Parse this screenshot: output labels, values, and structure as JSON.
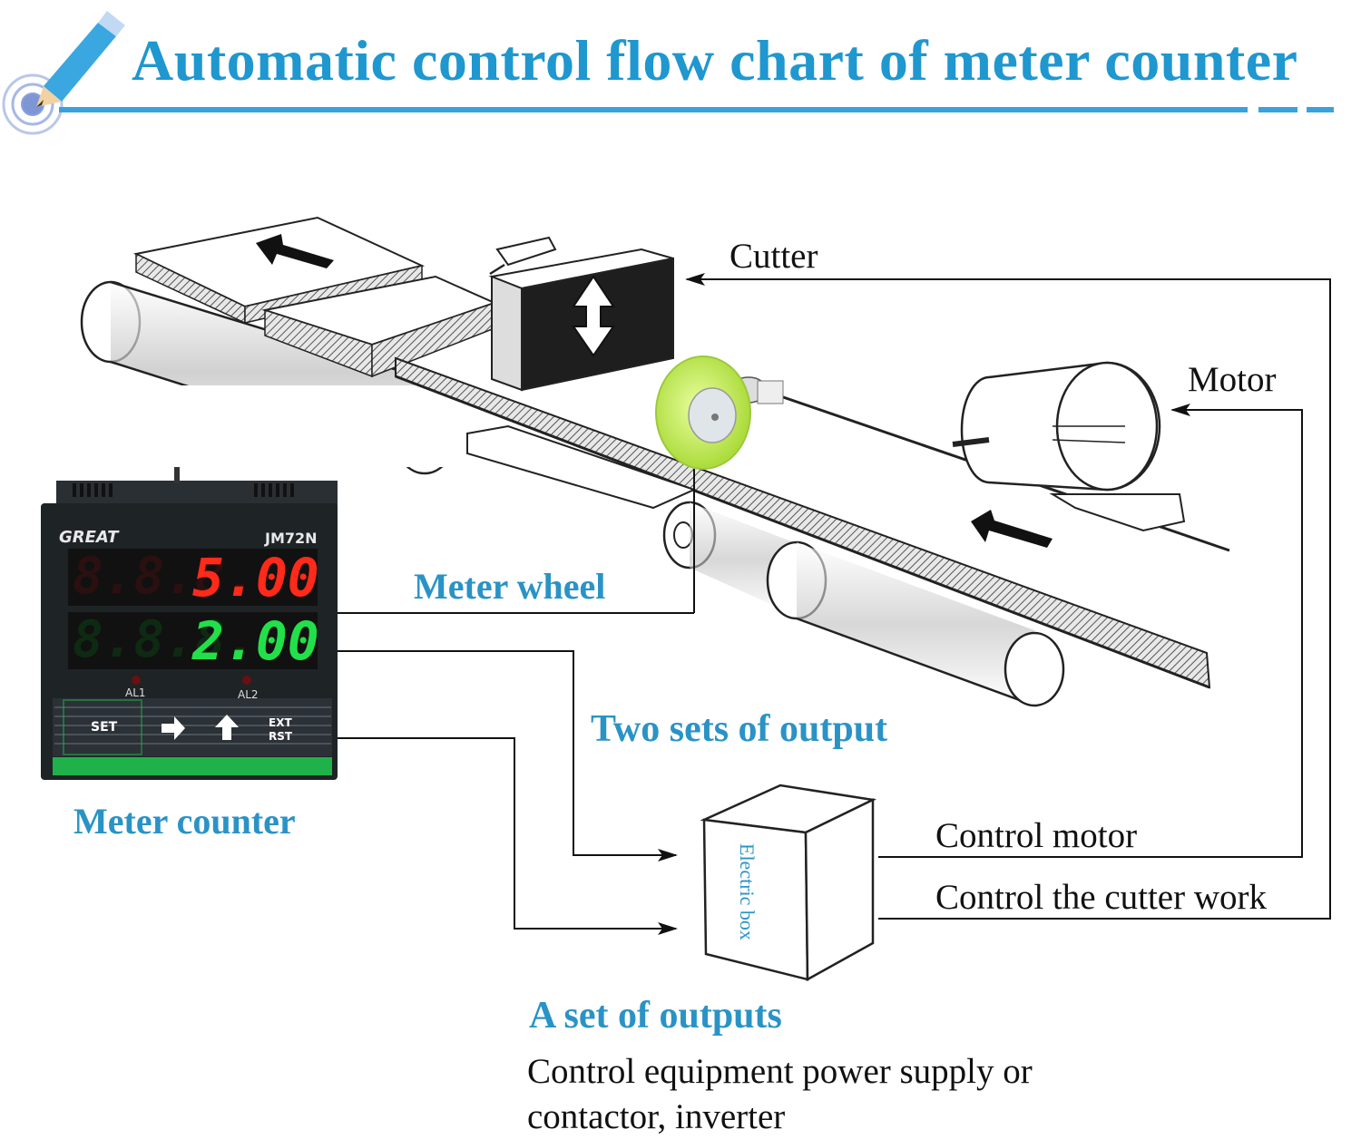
{
  "title": "Automatic control flow chart of meter counter",
  "labels": {
    "cutter": "Cutter",
    "motor": "Motor",
    "meter_wheel": "Meter wheel",
    "two_sets_of_output": "Two sets of output",
    "meter_counter": "Meter counter",
    "control_motor": "Control motor",
    "control_cutter": "Control the cutter work",
    "electric_box": "Electric box",
    "a_set_of_outputs": "A set of outputs",
    "outputs_desc_line1": "Control equipment power supply or",
    "outputs_desc_line2": "contactor, inverter"
  },
  "device": {
    "brand": "GREAT",
    "model": "JM72N",
    "display_top_value": "5.00",
    "display_bottom_value": "2.00",
    "display_top_dim": "8.8.8.",
    "display_bottom_dim": "8.8.8.",
    "indicator_1": "AL1",
    "indicator_2": "AL2",
    "buttons": {
      "set": "SET",
      "ext": "EXT",
      "rst": "RST"
    }
  },
  "colors": {
    "title": "#1f97cf",
    "blue_label": "#2a93c6",
    "display_red": "#ff2a1a",
    "display_green": "#22e04a",
    "device_body": "#1e2326",
    "device_stripe": "#1fb24a",
    "wheel": "#c8f04a"
  },
  "icons": {
    "pencil": "pencil-target-icon",
    "arrow": "direction-arrow-icon"
  }
}
